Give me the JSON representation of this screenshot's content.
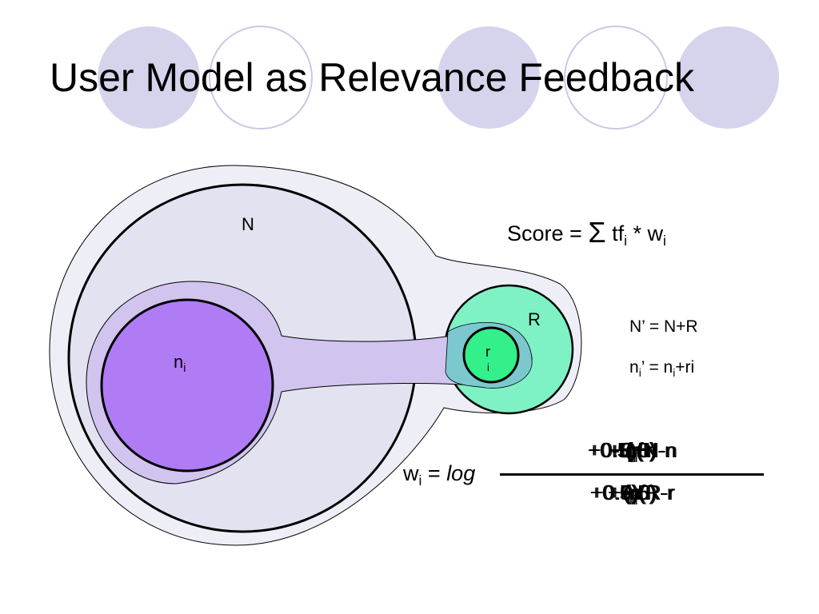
{
  "slide": {
    "title": "User Model as Relevance Feedback"
  },
  "diagram": {
    "label_N": "N",
    "label_n_main": "n",
    "label_n_sub": "i",
    "label_R": "R",
    "label_r_main": "r",
    "label_r_sub": "i",
    "colors": {
      "deco_circle_fill": "#d5d4ec",
      "deco_circle_stroke": "#c9c8e6",
      "outer_blob": "#eeeef7",
      "big_circle": "#e3e2f1",
      "n_blob": "#d1c4ef",
      "n_circle": "#b07cf5",
      "R_circle": "#7ef2c4",
      "r_overlap": "#7cc8cf",
      "r_circle": "#33f08a"
    }
  },
  "formulas": {
    "score": {
      "prefix": "Score = ",
      "sigma": "Σ",
      "tf": " tf",
      "tf_sub": "i",
      "mid": " * w",
      "w_sub": "i"
    },
    "n_prime": "N’ = N+R",
    "ni_prime": {
      "main": "n",
      "sub": "i",
      "rest": "’ = n",
      "sub2": "i",
      "tail": "+ri"
    },
    "weight": {
      "w": "w",
      "w_sub": "i",
      "eq": " = ",
      "log": "log",
      "numerator": {
        "p1": "(r",
        "s1": "i",
        "p2": "+0.5)(N-n",
        "s2": "i",
        "p3": "-R+r",
        "s3": "i",
        "p4": "+0.5)"
      },
      "denominator": {
        "p1": "(n",
        "s1": "i",
        "p2": "- r",
        "s2": "i",
        "p3": "+0.5)(R-r",
        "s3": "i",
        "p4": "+0.5)"
      }
    }
  }
}
